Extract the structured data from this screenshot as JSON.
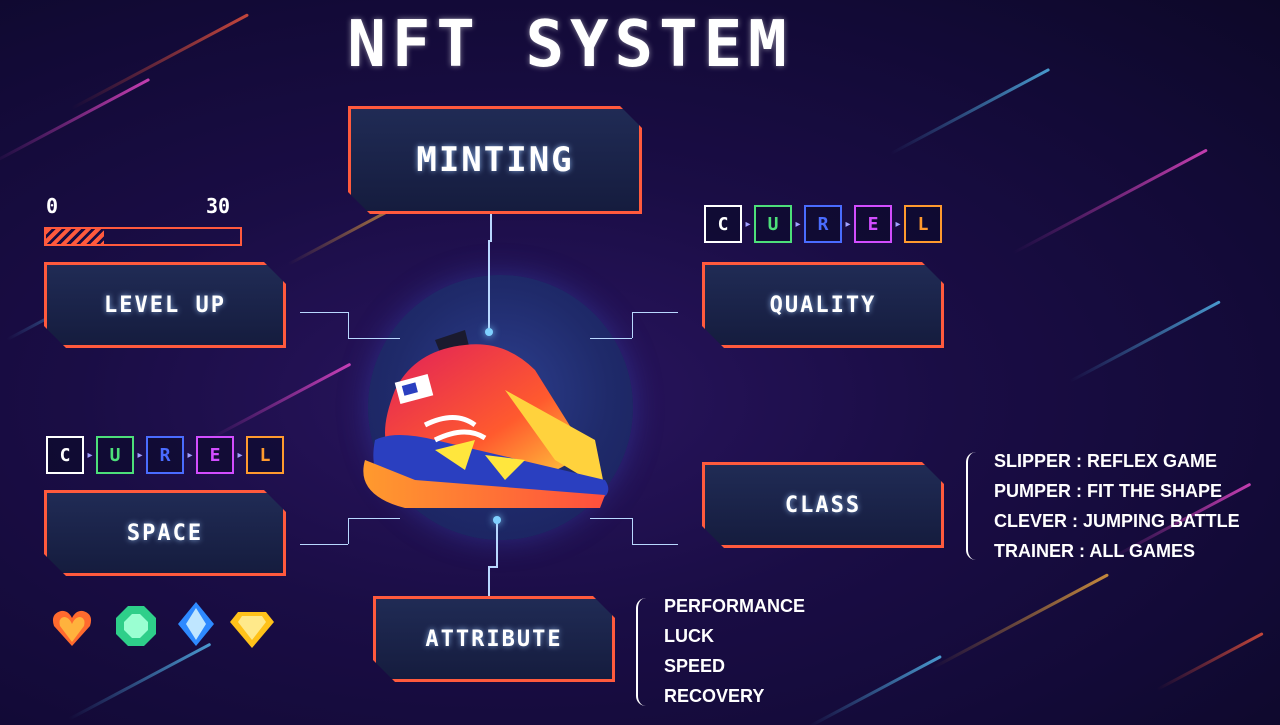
{
  "title": "NFT SYSTEM",
  "panels": {
    "minting": "MINTING",
    "level_up": "LEVEL UP",
    "quality": "QUALITY",
    "space": "SPACE",
    "class": "CLASS",
    "attribute": "ATTRIBUTE"
  },
  "level_progress": {
    "min": "0",
    "max": "30",
    "fraction": 0.3
  },
  "quality_letters": [
    {
      "letter": "C",
      "color": "#ffffff"
    },
    {
      "letter": "U",
      "color": "#4ddf7a"
    },
    {
      "letter": "R",
      "color": "#4a6cff"
    },
    {
      "letter": "E",
      "color": "#d24dff"
    },
    {
      "letter": "L",
      "color": "#ff9a2e"
    }
  ],
  "space_letters": [
    {
      "letter": "C",
      "color": "#ffffff"
    },
    {
      "letter": "U",
      "color": "#4ddf7a"
    },
    {
      "letter": "R",
      "color": "#4a6cff"
    },
    {
      "letter": "E",
      "color": "#d24dff"
    },
    {
      "letter": "L",
      "color": "#ff9a2e"
    }
  ],
  "class_list": [
    "SLIPPER : REFLEX GAME",
    "PUMPER : FIT THE SHAPE",
    "CLEVER : JUMPING BATTLE",
    "TRAINER : ALL GAMES"
  ],
  "attribute_list": [
    "PERFORMANCE",
    "LUCK",
    "SPEED",
    "RECOVERY"
  ],
  "gems": [
    "heart-gem-icon",
    "emerald-gem-icon",
    "sapphire-gem-icon",
    "topaz-gem-icon"
  ],
  "colors": {
    "accent": "#ff5a3d",
    "panel": "#1a2248",
    "glow": "#7fd0ff"
  }
}
